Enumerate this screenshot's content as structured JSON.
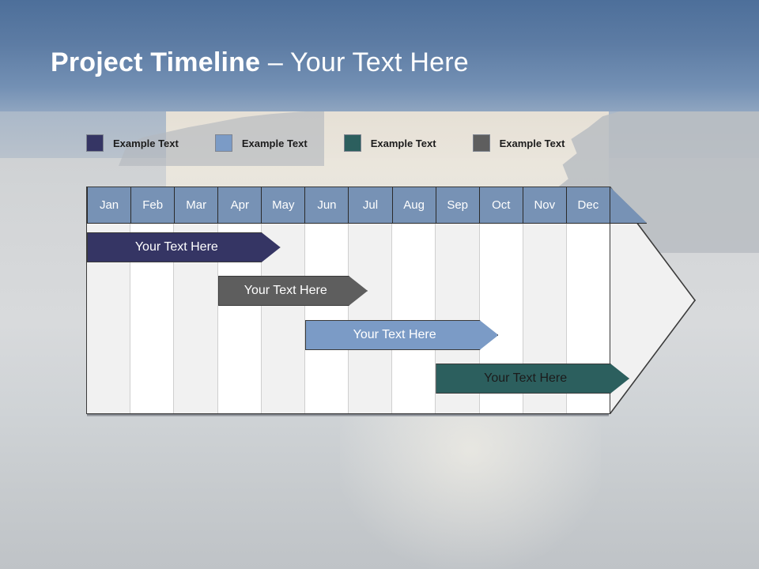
{
  "slide": {
    "title_strong": "Project Timeline",
    "title_light": " – Your Text Here",
    "bg_sky_color": "#5d7ca4",
    "bg_water_color": "#cfd3d6"
  },
  "legend": {
    "items": [
      {
        "label": "Example Text",
        "color": "#353564"
      },
      {
        "label": "Example Text",
        "color": "#7b9bc6"
      },
      {
        "label": "Example Text",
        "color": "#2c5f5e"
      },
      {
        "label": "Example Text",
        "color": "#5e5e5e"
      }
    ]
  },
  "chart_data": {
    "type": "bar",
    "title": "Project Timeline",
    "xlabel": "",
    "ylabel": "",
    "grid": true,
    "legend_position": "top",
    "categories": [
      "Jan",
      "Feb",
      "Mar",
      "Apr",
      "May",
      "Jun",
      "Jul",
      "Aug",
      "Sep",
      "Oct",
      "Nov",
      "Dec"
    ],
    "series": [
      {
        "name": "Your  Text Here",
        "label": "Your  Text Here",
        "color": "#353564",
        "text_color": "#ffffff",
        "start_month": "Jan",
        "end_month": "Apr",
        "start_index": 0,
        "end_index": 4,
        "row": 1
      },
      {
        "name": "Your  Text Here",
        "label": "Your  Text Here",
        "color": "#5e5e5e",
        "text_color": "#ffffff",
        "start_month": "Apr",
        "end_month": "Jun",
        "start_index": 3,
        "end_index": 6,
        "row": 2
      },
      {
        "name": "Your  Text Here",
        "label": "Your  Text Here",
        "color": "#7b9bc6",
        "text_color": "#ffffff",
        "start_month": "Jun",
        "end_month": "Sep",
        "start_index": 5,
        "end_index": 9,
        "row": 3
      },
      {
        "name": "Your  Text Here",
        "label": "Your  Text Here",
        "color": "#2c5f5e",
        "text_color": "#1b1b1b",
        "start_month": "Sep",
        "end_month": "Dec",
        "start_index": 8,
        "end_index": 12,
        "row": 4
      }
    ]
  }
}
